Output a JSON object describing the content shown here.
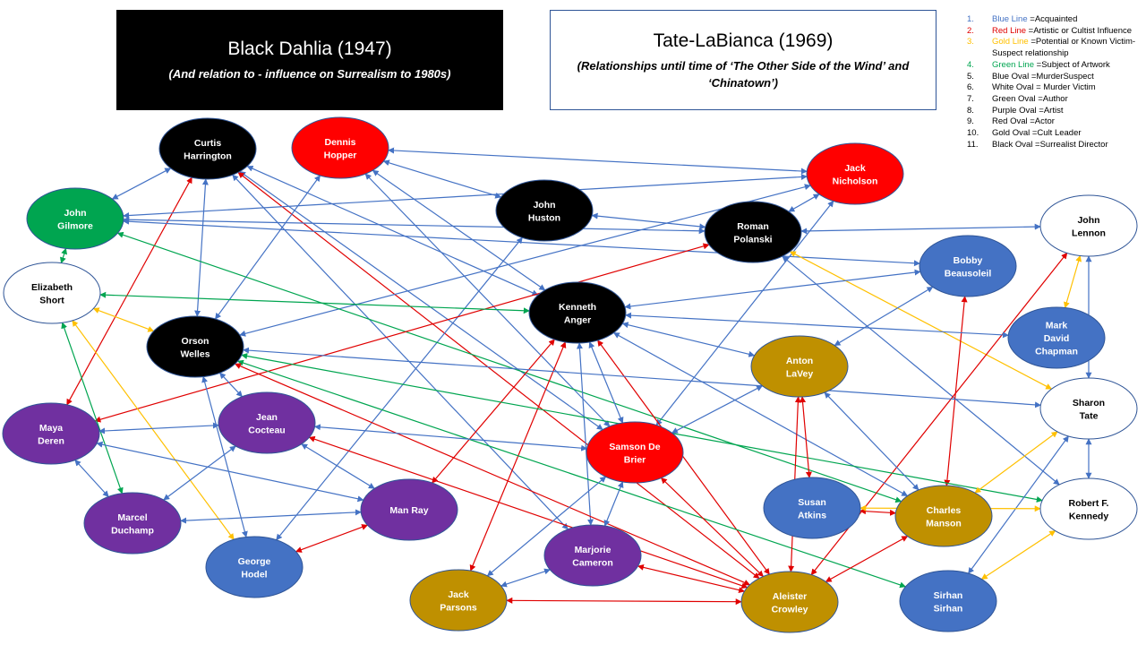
{
  "header": {
    "left_title": "Black Dahlia (1947)",
    "left_subtitle": "(And relation to - influence on Surrealism to 1980s)",
    "right_title": "Tate-LaBianca (1969)",
    "right_subtitle": "(Relationships until time of ‘The Other Side of the Wind’ and ‘Chinatown’)"
  },
  "colors": {
    "blue_line": "#4472c4",
    "red_line": "#e00000",
    "gold_line": "#ffc000",
    "green_line": "#00a550",
    "blue_oval": "#4472c4",
    "white_oval": "#ffffff",
    "green_oval": "#00a550",
    "purple_oval": "#7030a0",
    "red_oval": "#ff0000",
    "gold_oval": "#bf9000",
    "black_oval": "#000000"
  },
  "legend": [
    {
      "num": "1.",
      "color": "blue",
      "label": "Blue Line",
      "desc": "=Acquainted"
    },
    {
      "num": "2.",
      "color": "red",
      "label": "Red Line",
      "desc": "=Artistic or Cultist Influence"
    },
    {
      "num": "3.",
      "color": "gold",
      "label": "Gold Line",
      "desc": "=Potential or Known Victim-Suspect relationship"
    },
    {
      "num": "4.",
      "color": "green",
      "label": "Green Line",
      "desc": "=Subject of Artwork"
    },
    {
      "num": "5.",
      "color": "",
      "label": "",
      "desc": "Blue Oval =MurderSuspect"
    },
    {
      "num": "6.",
      "color": "",
      "label": "",
      "desc": "White Oval = Murder Victim"
    },
    {
      "num": "7.",
      "color": "",
      "label": "",
      "desc": "Green Oval =Author"
    },
    {
      "num": "8.",
      "color": "",
      "label": "",
      "desc": "Purple Oval =Artist"
    },
    {
      "num": "9.",
      "color": "",
      "label": "",
      "desc": "Red Oval =Actor"
    },
    {
      "num": "10.",
      "color": "",
      "label": "",
      "desc": "Gold Oval =Cult Leader"
    },
    {
      "num": "11.",
      "color": "",
      "label": "",
      "desc": "Black Oval =Surrealist Director"
    }
  ],
  "nodes": [
    {
      "id": "harrington",
      "lines": [
        "Curtis",
        "Harrington"
      ],
      "type": "black"
    },
    {
      "id": "hopper",
      "lines": [
        "Dennis",
        "Hopper"
      ],
      "type": "red"
    },
    {
      "id": "nicholson",
      "lines": [
        "Jack",
        "Nicholson"
      ],
      "type": "red"
    },
    {
      "id": "gilmore",
      "lines": [
        "John",
        "Gilmore"
      ],
      "type": "green"
    },
    {
      "id": "huston",
      "lines": [
        "John",
        "Huston"
      ],
      "type": "black"
    },
    {
      "id": "polanski",
      "lines": [
        "Roman",
        "Polanski"
      ],
      "type": "black"
    },
    {
      "id": "lennon",
      "lines": [
        "John",
        "Lennon"
      ],
      "type": "white"
    },
    {
      "id": "short",
      "lines": [
        "Elizabeth",
        "Short"
      ],
      "type": "white"
    },
    {
      "id": "beausoleil",
      "lines": [
        "Bobby",
        "Beausoleil"
      ],
      "type": "blue"
    },
    {
      "id": "anger",
      "lines": [
        "Kenneth",
        "Anger"
      ],
      "type": "black"
    },
    {
      "id": "welles",
      "lines": [
        "Orson",
        "Welles"
      ],
      "type": "black"
    },
    {
      "id": "chapman",
      "lines": [
        "Mark",
        "David",
        "Chapman"
      ],
      "type": "blue"
    },
    {
      "id": "lavey",
      "lines": [
        "Anton",
        "LaVey"
      ],
      "type": "gold"
    },
    {
      "id": "tate",
      "lines": [
        "Sharon",
        "Tate"
      ],
      "type": "white"
    },
    {
      "id": "deren",
      "lines": [
        "Maya",
        "Deren"
      ],
      "type": "purple"
    },
    {
      "id": "cocteau",
      "lines": [
        "Jean",
        "Cocteau"
      ],
      "type": "purple"
    },
    {
      "id": "debrier",
      "lines": [
        "Samson De",
        "Brier"
      ],
      "type": "red"
    },
    {
      "id": "atkins",
      "lines": [
        "Susan",
        "Atkins"
      ],
      "type": "blue"
    },
    {
      "id": "manson",
      "lines": [
        "Charles",
        "Manson"
      ],
      "type": "gold"
    },
    {
      "id": "kennedy",
      "lines": [
        "Robert F.",
        "Kennedy"
      ],
      "type": "white"
    },
    {
      "id": "duchamp",
      "lines": [
        "Marcel",
        "Duchamp"
      ],
      "type": "purple"
    },
    {
      "id": "manray",
      "lines": [
        "Man Ray"
      ],
      "type": "purple"
    },
    {
      "id": "hodel",
      "lines": [
        "George",
        "Hodel"
      ],
      "type": "blue"
    },
    {
      "id": "cameron",
      "lines": [
        "Marjorie",
        "Cameron"
      ],
      "type": "purple"
    },
    {
      "id": "parsons",
      "lines": [
        "Jack",
        "Parsons"
      ],
      "type": "gold"
    },
    {
      "id": "crowley",
      "lines": [
        "Aleister",
        "Crowley"
      ],
      "type": "gold"
    },
    {
      "id": "sirhan",
      "lines": [
        "Sirhan",
        "Sirhan"
      ],
      "type": "blue"
    }
  ],
  "edges": [
    {
      "from": "harrington",
      "to": "gilmore",
      "color": "blue"
    },
    {
      "from": "harrington",
      "to": "welles",
      "color": "blue"
    },
    {
      "from": "harrington",
      "to": "anger",
      "color": "blue"
    },
    {
      "from": "harrington",
      "to": "debrier",
      "color": "blue"
    },
    {
      "from": "harrington",
      "to": "cameron",
      "color": "blue"
    },
    {
      "from": "harrington",
      "to": "crowley",
      "color": "red"
    },
    {
      "from": "harrington",
      "to": "deren",
      "color": "red"
    },
    {
      "from": "hopper",
      "to": "nicholson",
      "color": "blue"
    },
    {
      "from": "hopper",
      "to": "huston",
      "color": "blue"
    },
    {
      "from": "hopper",
      "to": "welles",
      "color": "blue"
    },
    {
      "from": "hopper",
      "to": "debrier",
      "color": "blue"
    },
    {
      "from": "hopper",
      "to": "anger",
      "color": "blue"
    },
    {
      "from": "nicholson",
      "to": "gilmore",
      "color": "blue"
    },
    {
      "from": "nicholson",
      "to": "polanski",
      "color": "blue"
    },
    {
      "from": "nicholson",
      "to": "debrier",
      "color": "blue"
    },
    {
      "from": "nicholson",
      "to": "welles",
      "color": "blue"
    },
    {
      "from": "huston",
      "to": "polanski",
      "color": "blue"
    },
    {
      "from": "huston",
      "to": "hodel",
      "color": "blue"
    },
    {
      "from": "gilmore",
      "to": "short",
      "color": "green"
    },
    {
      "from": "gilmore",
      "to": "beausoleil",
      "color": "blue"
    },
    {
      "from": "gilmore",
      "to": "manson",
      "color": "green"
    },
    {
      "from": "gilmore",
      "to": "polanski",
      "color": "blue"
    },
    {
      "from": "polanski",
      "to": "lennon",
      "color": "blue"
    },
    {
      "from": "polanski",
      "to": "tate",
      "color": "gold"
    },
    {
      "from": "polanski",
      "to": "kennedy",
      "color": "blue"
    },
    {
      "from": "polanski",
      "to": "deren",
      "color": "red"
    },
    {
      "from": "lennon",
      "to": "tate",
      "color": "blue"
    },
    {
      "from": "lennon",
      "to": "chapman",
      "color": "gold"
    },
    {
      "from": "lennon",
      "to": "crowley",
      "color": "red"
    },
    {
      "from": "short",
      "to": "welles",
      "color": "gold"
    },
    {
      "from": "short",
      "to": "hodel",
      "color": "gold"
    },
    {
      "from": "short",
      "to": "anger",
      "color": "green"
    },
    {
      "from": "short",
      "to": "duchamp",
      "color": "green"
    },
    {
      "from": "beausoleil",
      "to": "anger",
      "color": "blue"
    },
    {
      "from": "beausoleil",
      "to": "lavey",
      "color": "blue"
    },
    {
      "from": "beausoleil",
      "to": "manson",
      "color": "red"
    },
    {
      "from": "anger",
      "to": "chapman",
      "color": "blue"
    },
    {
      "from": "anger",
      "to": "lavey",
      "color": "blue"
    },
    {
      "from": "anger",
      "to": "manray",
      "color": "red"
    },
    {
      "from": "anger",
      "to": "parsons",
      "color": "red"
    },
    {
      "from": "anger",
      "to": "cameron",
      "color": "blue"
    },
    {
      "from": "anger",
      "to": "debrier",
      "color": "blue"
    },
    {
      "from": "anger",
      "to": "crowley",
      "color": "red"
    },
    {
      "from": "anger",
      "to": "manson",
      "color": "blue"
    },
    {
      "from": "welles",
      "to": "cocteau",
      "color": "blue"
    },
    {
      "from": "welles",
      "to": "hodel",
      "color": "blue"
    },
    {
      "from": "welles",
      "to": "kennedy",
      "color": "green"
    },
    {
      "from": "welles",
      "to": "sirhan",
      "color": "green"
    },
    {
      "from": "welles",
      "to": "crowley",
      "color": "red"
    },
    {
      "from": "welles",
      "to": "tate",
      "color": "blue"
    },
    {
      "from": "lavey",
      "to": "atkins",
      "color": "red"
    },
    {
      "from": "lavey",
      "to": "debrier",
      "color": "blue"
    },
    {
      "from": "lavey",
      "to": "crowley",
      "color": "red"
    },
    {
      "from": "lavey",
      "to": "manson",
      "color": "blue"
    },
    {
      "from": "tate",
      "to": "kennedy",
      "color": "blue"
    },
    {
      "from": "tate",
      "to": "manson",
      "color": "gold"
    },
    {
      "from": "tate",
      "to": "sirhan",
      "color": "blue"
    },
    {
      "from": "deren",
      "to": "cocteau",
      "color": "blue"
    },
    {
      "from": "deren",
      "to": "duchamp",
      "color": "blue"
    },
    {
      "from": "deren",
      "to": "manray",
      "color": "blue"
    },
    {
      "from": "cocteau",
      "to": "debrier",
      "color": "blue"
    },
    {
      "from": "cocteau",
      "to": "duchamp",
      "color": "blue"
    },
    {
      "from": "cocteau",
      "to": "manray",
      "color": "blue"
    },
    {
      "from": "cocteau",
      "to": "crowley",
      "color": "red"
    },
    {
      "from": "debrier",
      "to": "parsons",
      "color": "blue"
    },
    {
      "from": "debrier",
      "to": "cameron",
      "color": "blue"
    },
    {
      "from": "debrier",
      "to": "crowley",
      "color": "red"
    },
    {
      "from": "atkins",
      "to": "manson",
      "color": "red"
    },
    {
      "from": "atkins",
      "to": "kennedy",
      "color": "gold"
    },
    {
      "from": "manson",
      "to": "crowley",
      "color": "red"
    },
    {
      "from": "kennedy",
      "to": "sirhan",
      "color": "gold"
    },
    {
      "from": "duchamp",
      "to": "manray",
      "color": "blue"
    },
    {
      "from": "hodel",
      "to": "manray",
      "color": "red"
    },
    {
      "from": "cameron",
      "to": "parsons",
      "color": "blue"
    },
    {
      "from": "cameron",
      "to": "crowley",
      "color": "red"
    },
    {
      "from": "parsons",
      "to": "crowley",
      "color": "red"
    }
  ]
}
